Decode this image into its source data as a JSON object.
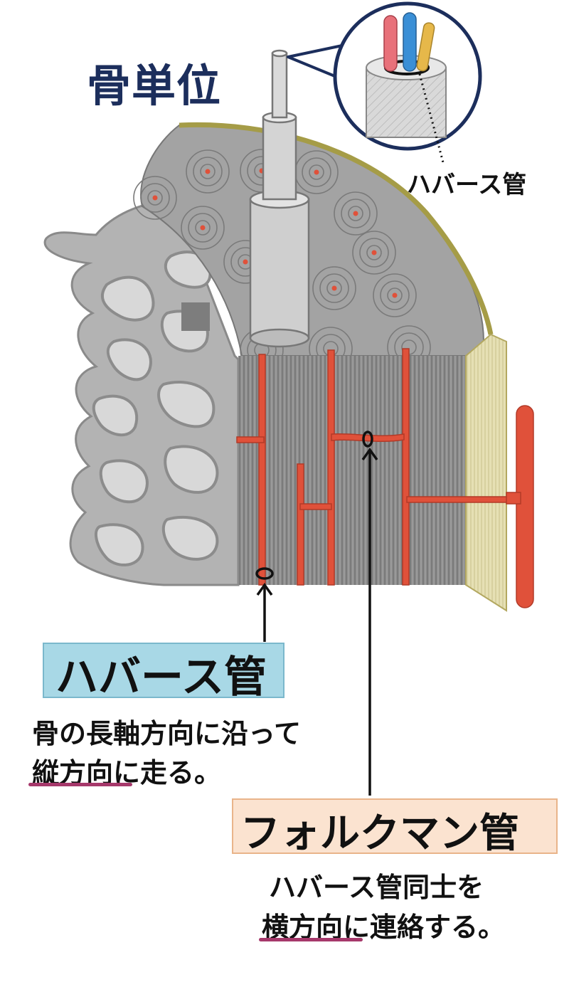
{
  "title": "骨単位",
  "inset_label": "ハバース管",
  "havers": {
    "title": "ハバース管",
    "desc_line1": "骨の長軸方向に沿って",
    "desc_line2": "縦方向に走る。",
    "underlined": "縦方向"
  },
  "volkmann": {
    "title": "フォルクマン管",
    "desc_line1": "ハバース管同士を",
    "desc_line2": "横方向に連絡する。",
    "underlined": "横方向"
  },
  "colors": {
    "title": "#1c2e5c",
    "bone_gray": "#9a9a9a",
    "vessel_red": "#e0513a",
    "periosteum": "#c9c185",
    "havers_box": "#a8d8e6",
    "volkmann_box": "#fbe3d0",
    "underline": "#a6386b",
    "vessel_blue": "#3a8fd6",
    "vessel_yellow": "#e6b84a"
  }
}
